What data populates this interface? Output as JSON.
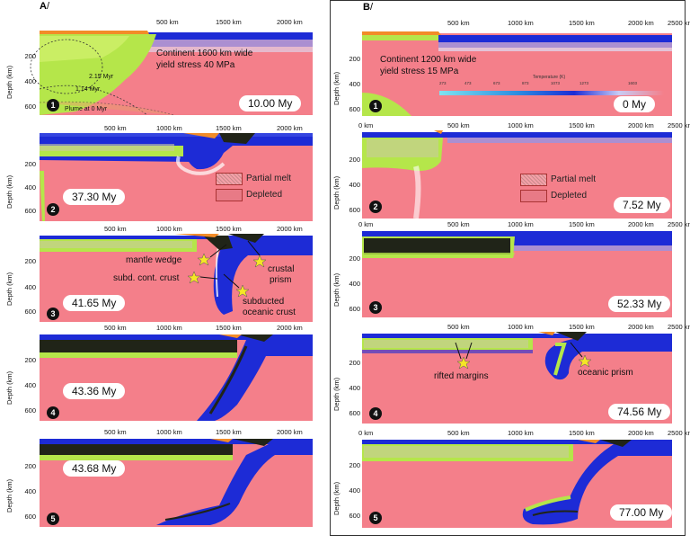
{
  "colA": {
    "label": "A",
    "x_ticks": [
      "500 km",
      "1000 km",
      "1500 km",
      "2000 km"
    ],
    "panels": [
      {
        "num": "1",
        "time": "10.00 My",
        "note1": "Continent 1600 km wide",
        "note2": "yield stress 40 MPa",
        "plume_labels": [
          "2.15 Myr",
          "1.14 Myr",
          "Plume at 0 Myr"
        ]
      },
      {
        "num": "2",
        "time": "37.30 My",
        "legend": [
          "Partial melt",
          "Depleted"
        ]
      },
      {
        "num": "3",
        "time": "41.65 My",
        "annotations": [
          "mantle wedge",
          "subd. cont. crust",
          "crustal",
          "prism",
          "subducted",
          "oceanic crust"
        ]
      },
      {
        "num": "4",
        "time": "43.36 My"
      },
      {
        "num": "5",
        "time": "43.68 My"
      }
    ]
  },
  "colB": {
    "label": "B",
    "x_ticks_first": [
      "500 km",
      "1000 km",
      "1500 km",
      "2000 km",
      "2500 km"
    ],
    "x_ticks": [
      "0 km",
      "500 km",
      "1000 km",
      "1500 km",
      "2000 km",
      "2500 km"
    ],
    "panels": [
      {
        "num": "1",
        "time": "0 My",
        "note1": "Continent 1200 km wide",
        "note2": "yield stress 15 MPa",
        "colorbar": {
          "title": "Temperature (K)",
          "ticks": [
            "273",
            "473",
            "673",
            "873",
            "1073",
            "1273",
            "1603"
          ]
        }
      },
      {
        "num": "2",
        "time": "7.52 My",
        "legend": [
          "Partial melt",
          "Depleted"
        ]
      },
      {
        "num": "3",
        "time": "52.33 My"
      },
      {
        "num": "4",
        "time": "74.56 My",
        "annotations": [
          "rifted margins",
          "oceanic prism"
        ]
      },
      {
        "num": "5",
        "time": "77.00 My"
      }
    ]
  },
  "depth_label": "Depth (km)",
  "y_ticks": [
    "200",
    "400",
    "600"
  ],
  "colors": {
    "mantle": "#f47f8a",
    "ocean_cold": "#1d2bd6",
    "lithosphere_green": "#b5e64a",
    "orange": "#f28c28",
    "dark": "#202418"
  }
}
